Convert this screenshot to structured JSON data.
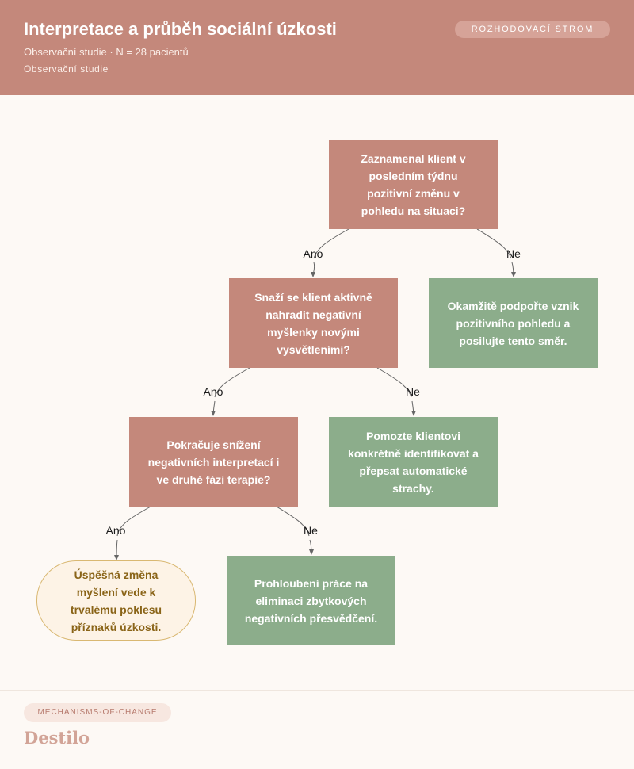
{
  "header": {
    "title": "Interpretace a průběh sociální úzkosti",
    "subtitle": "Observační studie · N = 28 pacientů",
    "subtitle2": "Observační studie",
    "badge": "ROZHODOVACÍ STROM"
  },
  "tree": {
    "q1": "Zaznamenal klient v posledním týdnu pozitivní změnu v pohledu na situaci?",
    "q2": "Snaží se klient aktivně nahradit negativní myšlenky novými vysvětleními?",
    "q3": "Pokračuje snížení negativních interpretací i ve druhé fázi terapie?",
    "a1": "Okamžitě podpořte vznik pozitivního pohledu a posilujte tento směr.",
    "a2": "Pomozte klientovi konkrétně identifikovat a přepsat automatické strachy.",
    "a3": "Prohloubení práce na eliminaci zbytkových negativních přesvědčení.",
    "terminal": "Úspěšná změna myšlení vede k trvalému poklesu příznaků úzkosti.",
    "yes": "Ano",
    "no": "Ne"
  },
  "colors": {
    "header": "#c4887b",
    "question": "#c4887b",
    "action": "#8cad8b",
    "terminal_fill": "#fdf3e6",
    "terminal_text": "#8a6418"
  },
  "footer": {
    "badge": "MECHANISMS-OF-CHANGE",
    "brand": "Destilo"
  }
}
